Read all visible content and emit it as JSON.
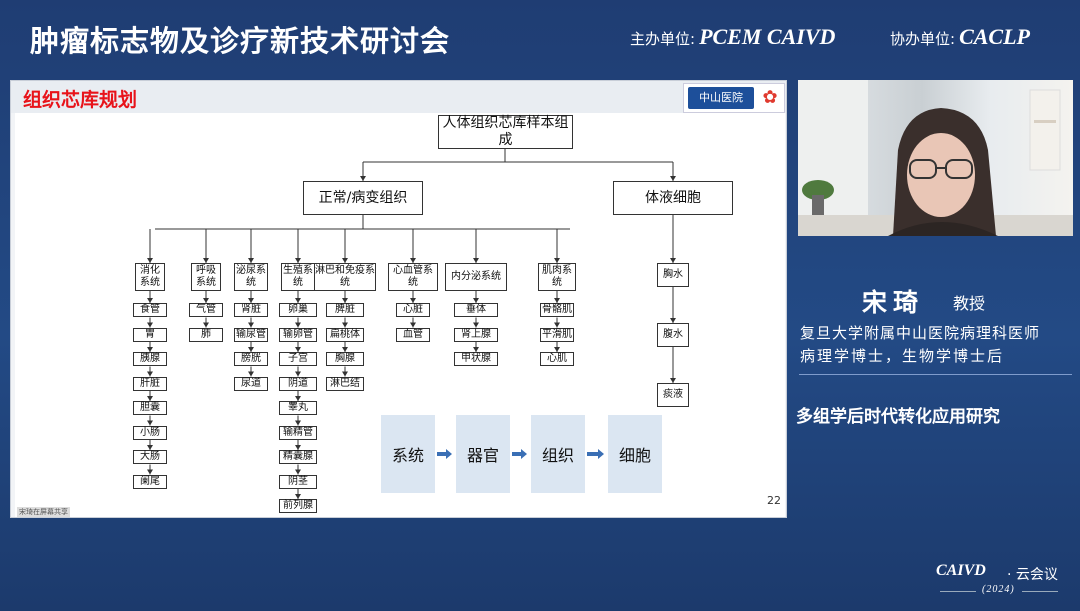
{
  "header": {
    "title": "肿瘤标志物及诊疗新技术研讨会",
    "host_label": "主办单位:",
    "host_orgs": "PCEM  CAIVD",
    "co_label": "协办单位:",
    "co_orgs": "CACLP"
  },
  "slide": {
    "title": "组织芯库规划",
    "logo_text": "中山医院",
    "page": "22",
    "mini_label": "宋琦在屏幕共享",
    "root": "人体组织芯库样本组成",
    "branches": [
      "正常/病变组织",
      "体液细胞"
    ],
    "systems": [
      {
        "name": "消化系统",
        "items": [
          "食管",
          "胃",
          "胰腺",
          "肝脏",
          "胆囊",
          "小肠",
          "大肠",
          "阑尾"
        ]
      },
      {
        "name": "呼吸系统",
        "items": [
          "气管",
          "肺"
        ]
      },
      {
        "name": "泌尿系统",
        "items": [
          "肾脏",
          "输尿管",
          "膀胱",
          "尿道"
        ]
      },
      {
        "name": "生殖系统",
        "items": [
          "卵巢",
          "输卵管",
          "子宫",
          "阴道",
          "睾丸",
          "输精管",
          "精囊腺",
          "阴茎",
          "前列腺"
        ]
      },
      {
        "name": "淋巴和免疫系统",
        "items": [
          "脾脏",
          "扁桃体",
          "胸腺",
          "淋巴结"
        ]
      },
      {
        "name": "心血管系统",
        "items": [
          "心脏",
          "血管"
        ]
      },
      {
        "name": "内分泌系统",
        "items": [
          "垂体",
          "肾上腺",
          "甲状腺"
        ]
      },
      {
        "name": "肌肉系统",
        "items": [
          "骨骼肌",
          "平滑肌",
          "心肌"
        ]
      }
    ],
    "fluids": [
      "胸水",
      "腹水",
      "痰液"
    ],
    "flow": [
      "系统",
      "器官",
      "组织",
      "细胞"
    ]
  },
  "speaker": {
    "name": "宋琦",
    "role": "教授",
    "affiliation_1": "复旦大学附属中山医院病理科医师",
    "affiliation_2": "病理学博士，生物学博士后",
    "topic": "多组学后时代转化应用研究"
  },
  "brand": {
    "name": "CAIVD",
    "suffix": "· 云会议",
    "year": "(2024)"
  },
  "colors": {
    "background": "#234a85",
    "slide_title": "#e8131a",
    "flow_box": "#dbe6f2",
    "flow_arrow": "#3a6fb5"
  }
}
